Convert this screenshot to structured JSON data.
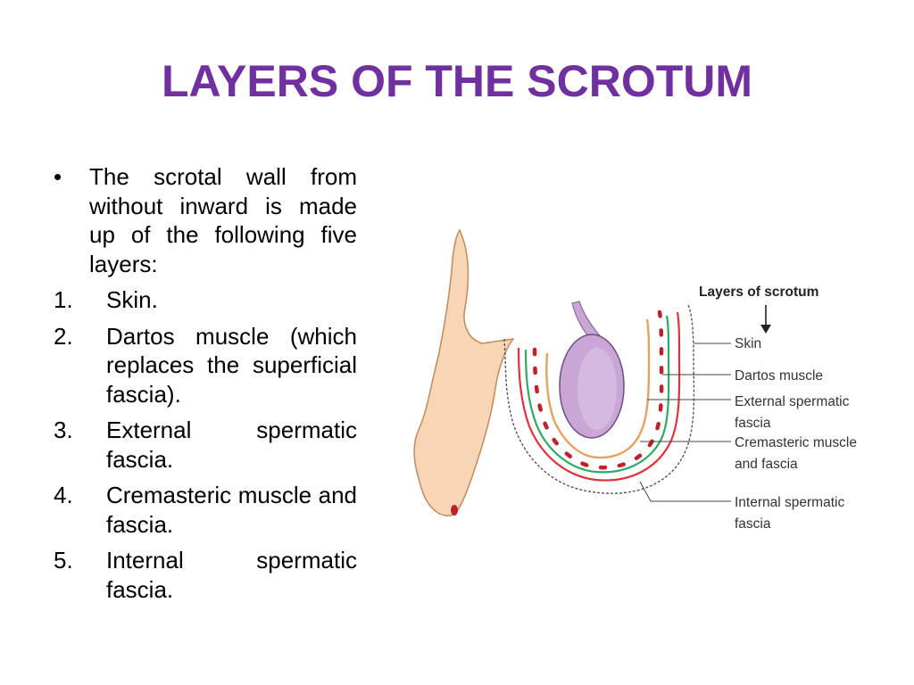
{
  "slide": {
    "title": "LAYERS OF THE SCROTUM",
    "intro": "The scrotal wall from without inward is made up of the following five layers:",
    "bullet_symbol": "•",
    "layers": [
      {
        "number": "1.",
        "text": "Skin."
      },
      {
        "number": "2.",
        "text": "Dartos muscle (which replaces the superficial fascia)."
      },
      {
        "number": "3.",
        "text": "External spermatic fascia."
      },
      {
        "number": "4.",
        "text": "Cremasteric muscle and fascia."
      },
      {
        "number": "5.",
        "text": "Internal spermatic fascia."
      }
    ]
  },
  "diagram": {
    "heading": "Layers of scrotum",
    "labels": {
      "skin": "Skin",
      "dartos": "Dartos muscle",
      "external_1": "External spermatic",
      "external_2": "fascia",
      "cremasteric_1": "Cremasteric muscle",
      "cremasteric_2": "and fascia",
      "internal_1": "Internal spermatic",
      "internal_2": "fascia"
    }
  },
  "colors": {
    "title": "#7030A0",
    "text": "#000000",
    "skin_fill": "#F8D5B4",
    "testis_fill": "#C9A6D6",
    "external_layer": "#E8A060",
    "cremasteric_layer": "#2EAA66",
    "internal_layer": "#E0323C",
    "dartos_dots": "#C0202A"
  }
}
